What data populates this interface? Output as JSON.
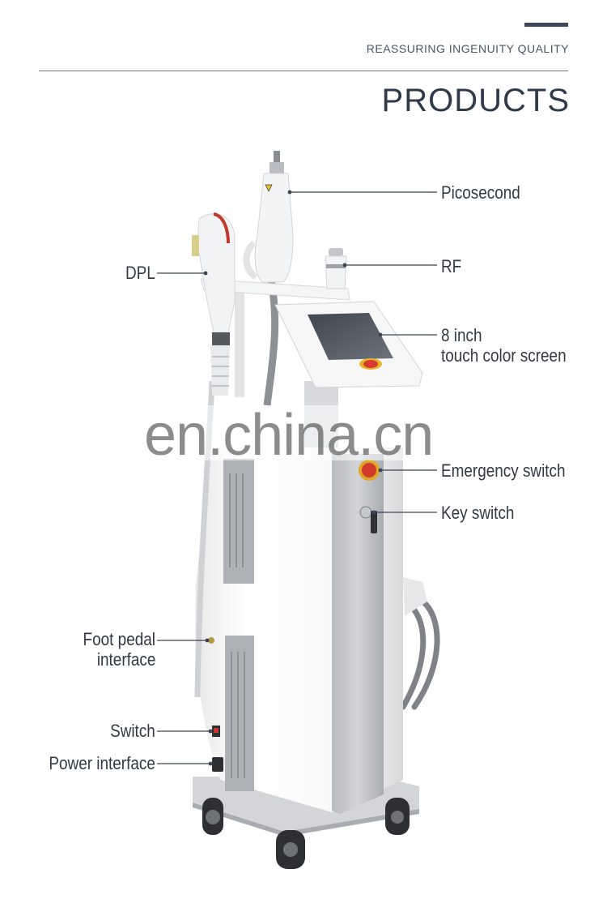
{
  "header": {
    "tagline": "REASSURING INGENUITY QUALITY",
    "title": "PRODUCTS",
    "accent_color": "#3d4a5c"
  },
  "watermark": "en.china.cn",
  "callouts": {
    "picosecond": "Picosecond",
    "rf": "RF",
    "dpl": "DPL",
    "screen_line1": "8 inch",
    "screen_line2": "touch color screen",
    "emergency": "Emergency switch",
    "key": "Key switch",
    "foot_line1": "Foot pedal",
    "foot_line2": "interface",
    "switch": "Switch",
    "power": "Power interface"
  }
}
